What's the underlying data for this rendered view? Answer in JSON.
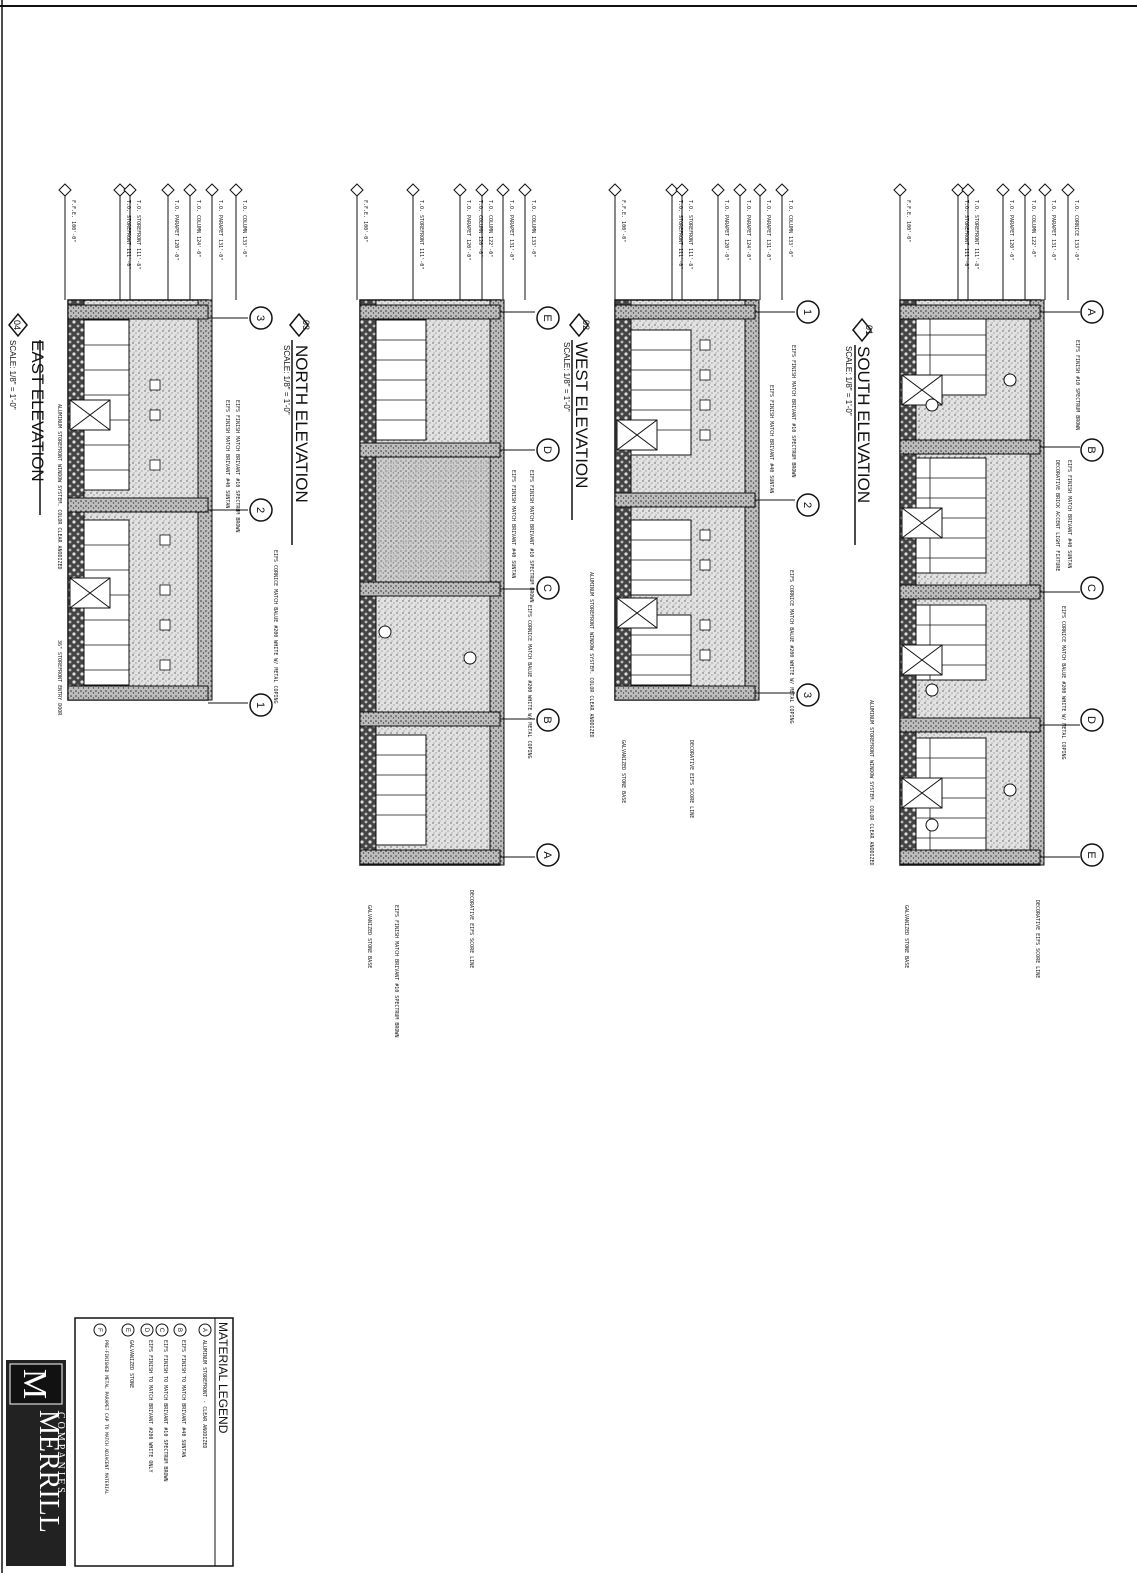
{
  "elevations": [
    {
      "number": "01",
      "title": "SOUTH ELEVATION",
      "scale": "SCALE: 1/8\" = 1'-0\"",
      "grids": [
        "A",
        "B",
        "C",
        "D",
        "E"
      ],
      "notes": [
        "EIFS FINISH #10 SPECTRUM BROWN",
        "EIFS FINISH MATCH BRIVANT #40 SUNTAN",
        "EIFS CORNICE MATCH BALUE #200 WHITE W/ METAL COPING",
        "DECORATIVE BRICK ACCENT LIGHT FIXTURE",
        "ALUMINUM STOREFRONT WINDOW SYSTEM. COLOR CLEAR ANODIZED",
        "DECORATIVE EIFS SCORE LINE",
        "GALVANIZED STONE BASE"
      ],
      "levels": [
        "T.O. CORNICE 133'-0\"",
        "T.O. PARAPET 131'-0\"",
        "T.O. COLUMN 122'-0\"",
        "T.O. PARAPET 120'-0\"",
        "T.O. STOREFRONT 111'-8\"",
        "T.O. STOREFRONT 111'-0\"",
        "F.F.E. 100'-0\""
      ]
    },
    {
      "number": "02",
      "title": "WEST ELEVATION",
      "scale": "SCALE: 1/8\" = 1'-0\"",
      "grids": [
        "1",
        "2",
        "3"
      ],
      "notes": [
        "EIFS FINISH MATCH BRIVANT #10 SPECTRUM BROWN",
        "EIFS FINISH MATCH BRIVANT #40 SUNTAN",
        "EIFS CORNICE MATCH BALUE #200 WHITE W/ METAL COPING",
        "ALUMINUM STOREFRONT WINDOW SYSTEM. COLOR CLEAR ANODIZED",
        "DECORATIVE EIFS SCORE LINE",
        "GALVANIZED STONE BASE"
      ],
      "levels": [
        "T.O. COLUMN 133'-0\"",
        "T.O. PARAPET 131'-0\"",
        "T.O. PARAPET 124'-0\"",
        "T.O. PARAPET 120'-0\"",
        "T.O. STOREFRONT 111'-8\"",
        "T.O. STOREFRONT 111'-0\"",
        "F.F.E. 100'-0\""
      ]
    },
    {
      "number": "03",
      "title": "NORTH ELEVATION",
      "scale": "SCALE: 1/8\" = 1'-0\"",
      "grids": [
        "E",
        "D",
        "C",
        "B",
        "A"
      ],
      "notes": [
        "EIFS FINISH MATCH BRIVANT #10 SPECTRUM BROWN",
        "EIFS FINISH MATCH BRIVANT #40 SUNTAN",
        "EIFS CORNICE MATCH BALUE #200 WHITE W/ METAL COPING",
        "DECORATIVE EIFS SCORE LINE",
        "EIFS FINISH MATCH BRIVANT #10 SPECTRUM BROWN",
        "GALVANIZED STONE BASE"
      ],
      "levels": [
        "T.O. COLUMN 133'-0\"",
        "T.O. PARAPET 131'-0\"",
        "T.O. COLUMN 122'-0\"",
        "T.O. COLUMN 120'-0\"",
        "T.O. PARAPET 120'-0\"",
        "T.O. STOREFRONT 111'-0\"",
        "F.F.E. 100'-0\""
      ]
    },
    {
      "number": "04",
      "title": "EAST ELEVATION",
      "scale": "SCALE: 1/8\" = 1'-0\"",
      "grids": [
        "3",
        "2",
        "1"
      ],
      "notes": [
        "EIFS FINISH MATCH BRIVANT #10 SPECTRUM BROWN",
        "EIFS FINISH MATCH BRIVANT #40 SUNTAN",
        "EIFS CORNICE MATCH BALUE #200 WHITE W/ METAL COPING",
        "ALUMINUM STOREFRONT WINDOW SYSTEM. COLOR CLEAR ANODIZED",
        "36\" STOREFRONT ENTRY DOOR"
      ],
      "levels": [
        "T.O. COLUMN 133'-0\"",
        "T.O. PARAPET 131'-0\"",
        "T.O. COLUMN 124'-0\"",
        "T.O. PARAPET 120'-0\"",
        "T.O. STOREFRONT 111'-8\"",
        "T.O. STOREFRONT 111'-0\"",
        "F.F.E. 100'-0\""
      ]
    }
  ],
  "legend": {
    "title": "MATERIAL LEGEND",
    "items": [
      {
        "tag": "A",
        "text": "ALUMINUM STOREFRONT - CLEAR ANODIZED"
      },
      {
        "tag": "B",
        "text": "EIFS FINISH TO MATCH BRIVANT #40 SUNTAN"
      },
      {
        "tag": "C",
        "text": "EIFS FINISH TO MATCH BRIVANT #10 SPECTRUM BROWN"
      },
      {
        "tag": "D",
        "text": "EIFS FINISH TO MATCH BRIVANT #200 WHITE ONLY"
      },
      {
        "tag": "E",
        "text": "GALVANIZED STONE"
      },
      {
        "tag": "F",
        "text": "PRE-FINISHED METAL PARAPET CAP TO MATCH ADJACENT MATERIAL"
      }
    ]
  },
  "logo": {
    "name": "MERRILL",
    "sub": "COMPANIES"
  }
}
